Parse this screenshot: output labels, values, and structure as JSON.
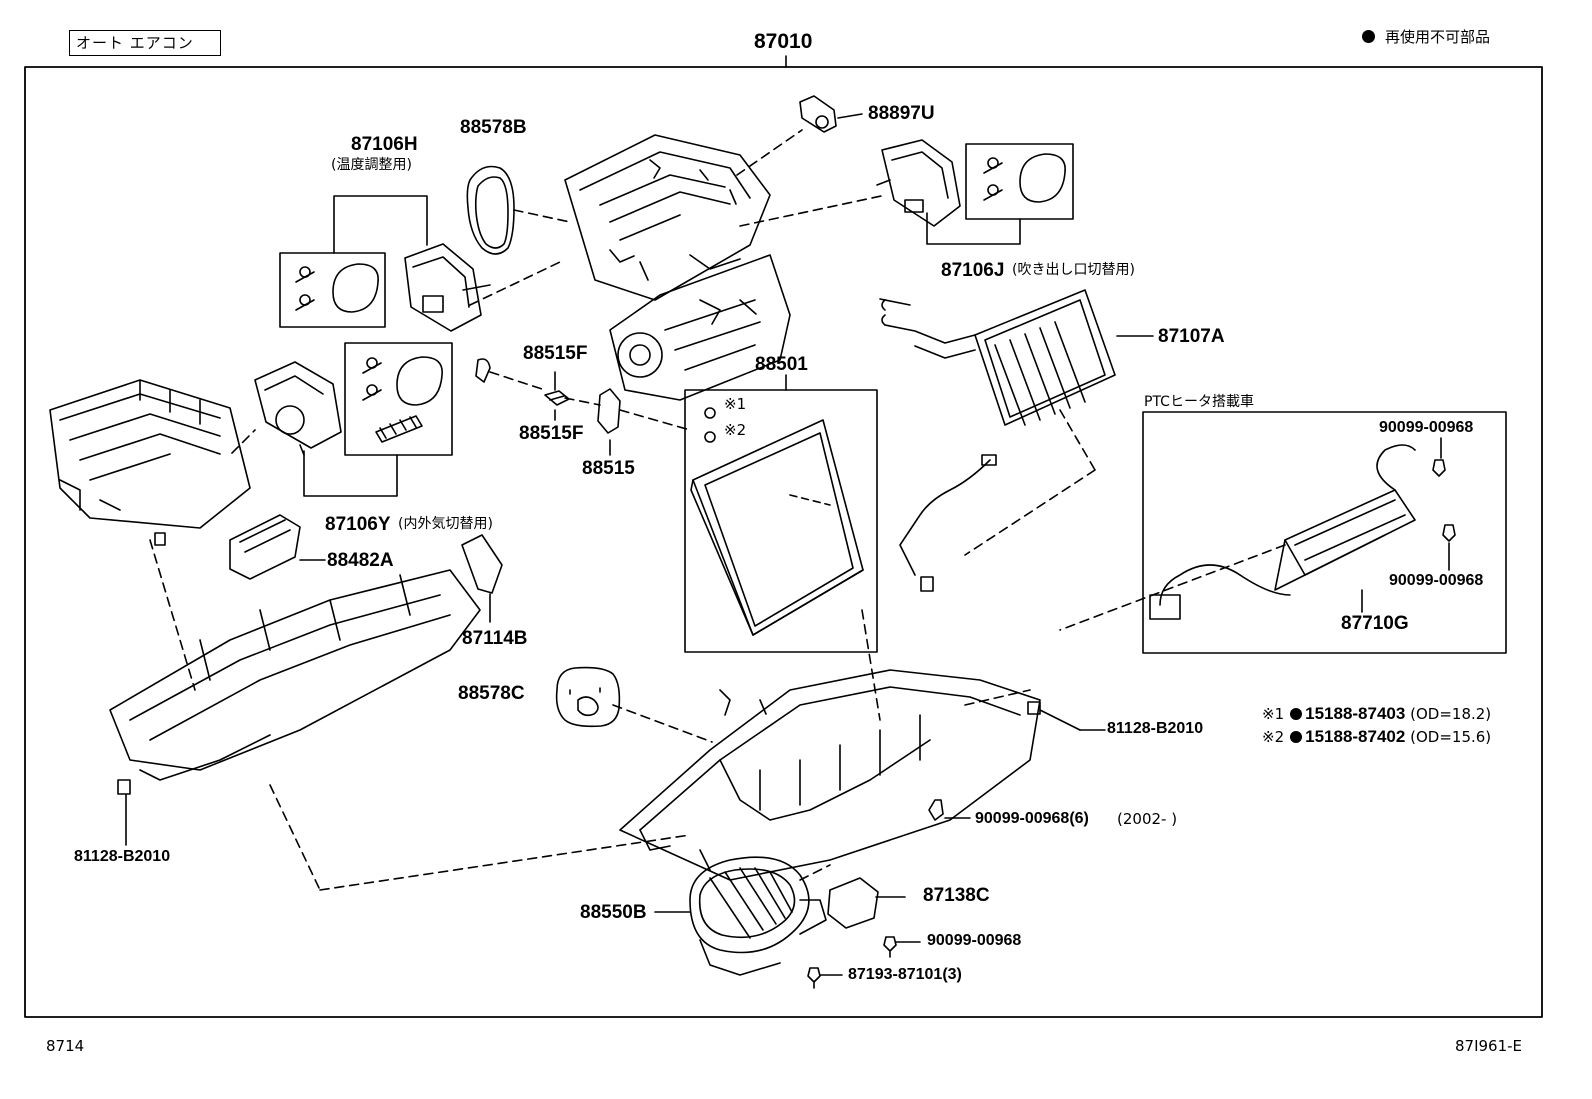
{
  "header": {
    "box_label": "オート エアコン",
    "assembly_part": "87010",
    "legend_text": "再使用不可部品",
    "legend_icon": "filled-circle-icon"
  },
  "parts": {
    "p87106H": "87106H",
    "p87106H_note": "(温度調整用)",
    "p88578B": "88578B",
    "p88897U": "88897U",
    "p87106J": "87106J",
    "p87106J_note": "(吹き出し口切替用)",
    "p87107A": "87107A",
    "p88515F_a": "88515F",
    "p88515F_b": "88515F",
    "p88515": "88515",
    "p88501": "88501",
    "p87106Y": "87106Y",
    "p87106Y_note": "(内外気切替用)",
    "p88482A": "88482A",
    "p87114B": "87114B",
    "p88578C": "88578C",
    "p81128_left": "81128-B2010",
    "p81128_right": "81128-B2010",
    "p90099_6": "90099-00968(6)",
    "p90099_6_note": "(2002-        )",
    "p87138C": "87138C",
    "p88550B": "88550B",
    "p90099_bottom": "90099-00968",
    "p87193": "87193-87101(3)",
    "mark1": "※1",
    "mark2": "※2"
  },
  "ptc_box": {
    "title": "PTCヒータ搭載車",
    "p90099_top": "90099-00968",
    "p90099_bottom": "90099-00968",
    "p87710G": "87710G"
  },
  "references": [
    {
      "mark": "※1",
      "part": "15188-87403",
      "spec": "(OD=18.2)"
    },
    {
      "mark": "※2",
      "part": "15188-87402",
      "spec": "(OD=15.6)"
    }
  ],
  "footer": {
    "left_code": "8714",
    "right_code": "87I961-E"
  }
}
